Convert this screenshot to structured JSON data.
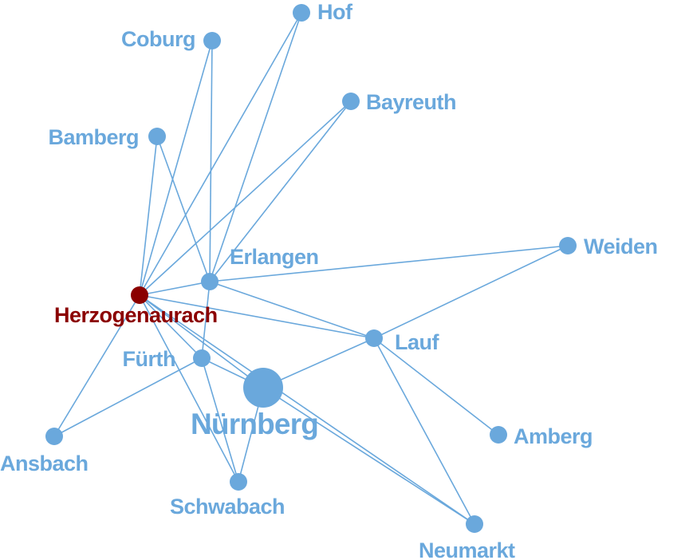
{
  "colors": {
    "node": "#6aa8dc",
    "edge": "#6aa8dc",
    "highlight": "#8b0000"
  },
  "nodes": [
    {
      "id": "hof",
      "label": "Hof",
      "highlight": false,
      "big": false
    },
    {
      "id": "coburg",
      "label": "Coburg",
      "highlight": false,
      "big": false
    },
    {
      "id": "bayreuth",
      "label": "Bayreuth",
      "highlight": false,
      "big": false
    },
    {
      "id": "bamberg",
      "label": "Bamberg",
      "highlight": false,
      "big": false
    },
    {
      "id": "weiden",
      "label": "Weiden",
      "highlight": false,
      "big": false
    },
    {
      "id": "erlangen",
      "label": "Erlangen",
      "highlight": false,
      "big": false
    },
    {
      "id": "herzogenaurach",
      "label": "Herzogenaurach",
      "highlight": true,
      "big": false
    },
    {
      "id": "lauf",
      "label": "Lauf",
      "highlight": false,
      "big": false
    },
    {
      "id": "fuerth",
      "label": "Fürth",
      "highlight": false,
      "big": false
    },
    {
      "id": "nuernberg",
      "label": "Nürnberg",
      "highlight": false,
      "big": true
    },
    {
      "id": "amberg",
      "label": "Amberg",
      "highlight": false,
      "big": false
    },
    {
      "id": "ansbach",
      "label": "Ansbach",
      "highlight": false,
      "big": false
    },
    {
      "id": "schwabach",
      "label": "Schwabach",
      "highlight": false,
      "big": false
    },
    {
      "id": "neumarkt",
      "label": "Neumarkt",
      "highlight": false,
      "big": false
    }
  ],
  "edges": [
    [
      "herzogenaurach",
      "coburg"
    ],
    [
      "herzogenaurach",
      "hof"
    ],
    [
      "herzogenaurach",
      "bayreuth"
    ],
    [
      "herzogenaurach",
      "bamberg"
    ],
    [
      "herzogenaurach",
      "erlangen"
    ],
    [
      "herzogenaurach",
      "lauf"
    ],
    [
      "herzogenaurach",
      "fuerth"
    ],
    [
      "herzogenaurach",
      "nuernberg"
    ],
    [
      "herzogenaurach",
      "ansbach"
    ],
    [
      "herzogenaurach",
      "schwabach"
    ],
    [
      "herzogenaurach",
      "neumarkt"
    ],
    [
      "erlangen",
      "coburg"
    ],
    [
      "erlangen",
      "hof"
    ],
    [
      "erlangen",
      "bayreuth"
    ],
    [
      "erlangen",
      "bamberg"
    ],
    [
      "erlangen",
      "weiden"
    ],
    [
      "erlangen",
      "lauf"
    ],
    [
      "erlangen",
      "fuerth"
    ],
    [
      "fuerth",
      "nuernberg"
    ],
    [
      "fuerth",
      "ansbach"
    ],
    [
      "fuerth",
      "schwabach"
    ],
    [
      "nuernberg",
      "schwabach"
    ],
    [
      "nuernberg",
      "neumarkt"
    ],
    [
      "nuernberg",
      "lauf"
    ],
    [
      "lauf",
      "weiden"
    ],
    [
      "lauf",
      "amberg"
    ],
    [
      "lauf",
      "neumarkt"
    ]
  ]
}
